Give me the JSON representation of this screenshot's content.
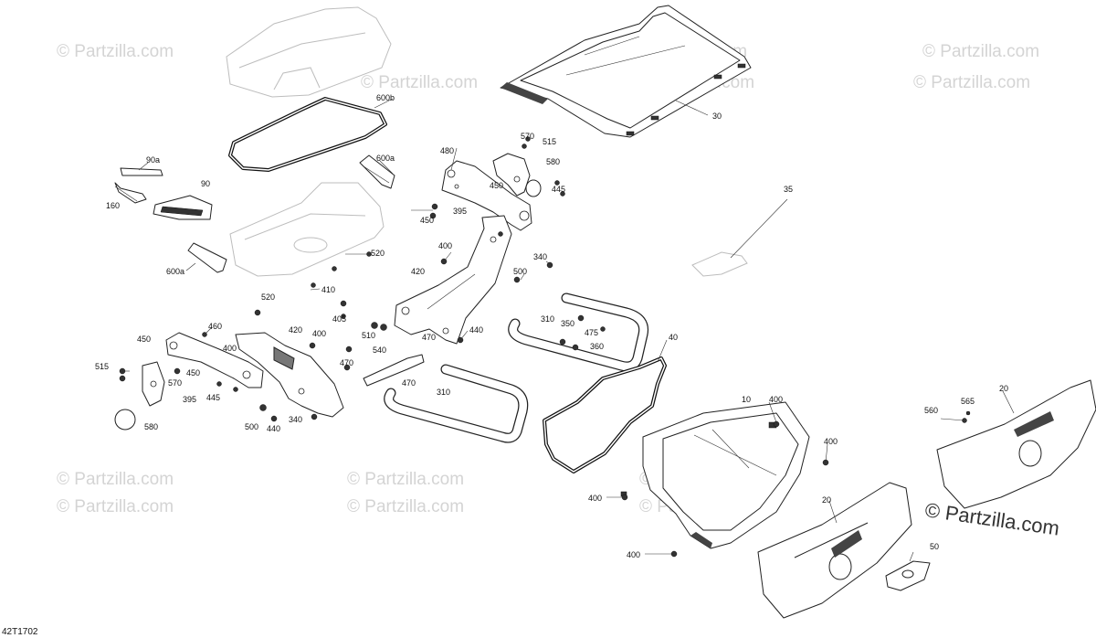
{
  "watermarks": {
    "text": "© Partzilla.com",
    "corner_text": "© Partzilla.com"
  },
  "diagram_id": "42T1702",
  "callouts": {
    "p10": "10",
    "p20a": "20",
    "p20b": "20",
    "p30": "30",
    "p35": "35",
    "p40": "40",
    "p50": "50",
    "p90": "90",
    "p90a": "90a",
    "p160": "160",
    "p310a": "310",
    "p310b": "310",
    "p340a": "340",
    "p340b": "340",
    "p350": "350",
    "p360": "360",
    "p395a": "395",
    "p395b": "395",
    "p400a": "400",
    "p400b": "400",
    "p400c": "400",
    "p400d": "400",
    "p400e": "400",
    "p400f": "400",
    "p400g": "400",
    "p405": "405",
    "p410": "410",
    "p420a": "420",
    "p420b": "420",
    "p440a": "440",
    "p440b": "440",
    "p445a": "445",
    "p445b": "445",
    "p450a": "450",
    "p450b": "450",
    "p450c": "450",
    "p450d": "450",
    "p460": "460",
    "p470a": "470",
    "p470b": "470",
    "p470c": "470",
    "p475": "475",
    "p480": "480",
    "p500a": "500",
    "p500b": "500",
    "p510": "510",
    "p515a": "515",
    "p515b": "515",
    "p520a": "520",
    "p520b": "520",
    "p540": "540",
    "p560": "560",
    "p565": "565",
    "p570a": "570",
    "p570b": "570",
    "p580a": "580",
    "p580b": "580",
    "p600a1": "600a",
    "p600a2": "600a",
    "p600b": "600b"
  }
}
